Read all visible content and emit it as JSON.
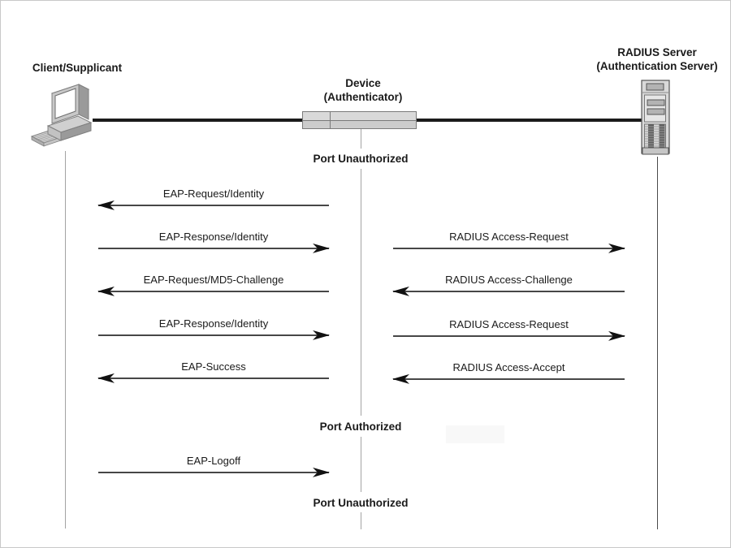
{
  "actors": {
    "client": {
      "label": "Client/Supplicant",
      "icon": "desktop-computer-icon"
    },
    "device": {
      "line1": "Device",
      "line2": "(Authenticator)",
      "icon": "network-switch-icon"
    },
    "server": {
      "line1": "RADIUS Server",
      "line2": "(Authentication Server)",
      "icon": "server-tower-icon"
    }
  },
  "port_states": [
    "Port Unauthorized",
    "Port Authorized",
    "Port Unauthorized"
  ],
  "messages": [
    {
      "label": "EAP-Request/Identity",
      "lane": "client-device",
      "direction": "left"
    },
    {
      "label": "EAP-Response/Identity",
      "lane": "client-device",
      "direction": "right"
    },
    {
      "label": "RADIUS Access-Request",
      "lane": "device-server",
      "direction": "right"
    },
    {
      "label": "EAP-Request/MD5-Challenge",
      "lane": "client-device",
      "direction": "left"
    },
    {
      "label": "RADIUS Access-Challenge",
      "lane": "device-server",
      "direction": "left"
    },
    {
      "label": "EAP-Response/Identity",
      "lane": "client-device",
      "direction": "right"
    },
    {
      "label": "RADIUS Access-Request",
      "lane": "device-server",
      "direction": "right"
    },
    {
      "label": "EAP-Success",
      "lane": "client-device",
      "direction": "left"
    },
    {
      "label": "RADIUS Access-Accept",
      "lane": "device-server",
      "direction": "left"
    },
    {
      "label": "EAP-Logoff",
      "lane": "client-device",
      "direction": "right"
    }
  ],
  "colors": {
    "cable": "#1b1b1b",
    "arrow_line": "#474747",
    "arrowhead": "#111111",
    "lifeline_gray": "#a3a3a3",
    "lifeline_dark": "#4a4a4a",
    "text": "#1a1a1a",
    "device_fill": "#cccccc",
    "server_fill": "#d9d9d9"
  }
}
